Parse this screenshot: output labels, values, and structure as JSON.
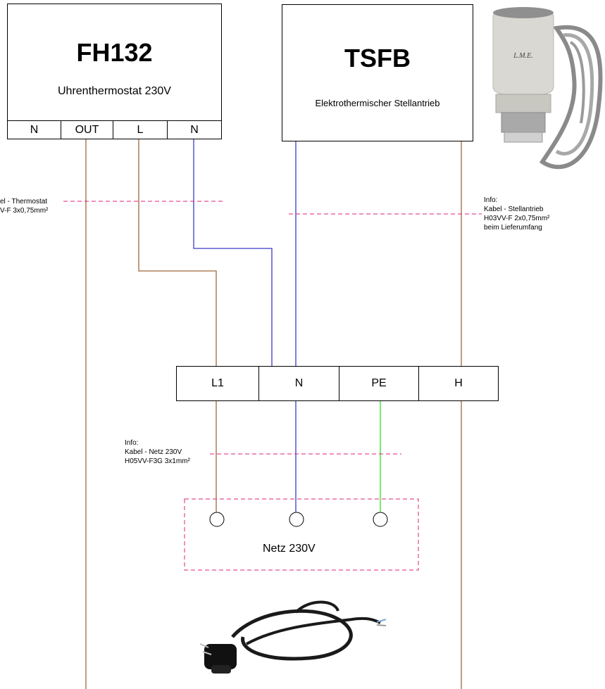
{
  "thermostat": {
    "model": "FH132",
    "description": "Uhrenthermostat 230V",
    "terminals": [
      "N",
      "OUT",
      "L",
      "N"
    ]
  },
  "actuator": {
    "model": "TSFB",
    "description": "Elektrothermischer Stellantrieb",
    "photo_brand": "L.M.E."
  },
  "junction": {
    "terminals": [
      "L1",
      "N",
      "PE",
      "H"
    ]
  },
  "infos": {
    "thermostat_cable": [
      "el - Thermostat",
      "V-F 3x0,75mm²"
    ],
    "actuator_cable": [
      "Info:",
      "Kabel - Stellantrieb",
      "H03VV-F 2x0,75mm²",
      "beim Lieferumfang"
    ],
    "mains_cable": [
      "Info:",
      "Kabel - Netz 230V",
      "H05VV-F3G 3x1mm²"
    ]
  },
  "mains": {
    "label": "Netz 230V"
  },
  "colors": {
    "brown_wire": "#a0683a",
    "blue_wire": "#3b3bc8",
    "green_wire": "#33dd33",
    "guide_dash": "#e0207a",
    "box_border": "#000000"
  },
  "icons": [
    "actuator-photo",
    "power-plug-photo",
    "terminal-circle-icon"
  ]
}
